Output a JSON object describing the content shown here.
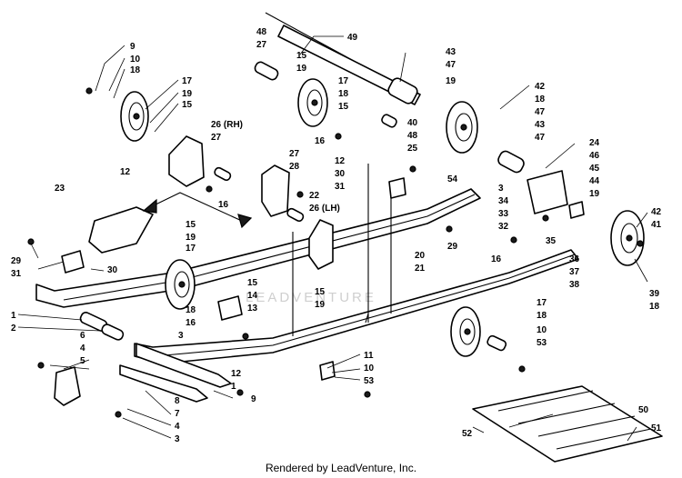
{
  "footer": "Rendered by LeadVenture, Inc.",
  "watermark": "LEADVENTURE",
  "callouts": [
    "1",
    "2",
    "3",
    "4",
    "5",
    "6",
    "7",
    "8",
    "9",
    "10",
    "11",
    "12",
    "13",
    "14",
    "15",
    "16",
    "17",
    "18",
    "19",
    "20",
    "21",
    "22",
    "23",
    "24",
    "25",
    "26 (RH)",
    "26 (LH)",
    "27",
    "28",
    "29",
    "30",
    "31",
    "32",
    "33",
    "34",
    "35",
    "36",
    "37",
    "38",
    "39",
    "40",
    "41",
    "42",
    "43",
    "44",
    "45",
    "46",
    "47",
    "48",
    "49",
    "50",
    "51",
    "52",
    "53",
    "54"
  ]
}
